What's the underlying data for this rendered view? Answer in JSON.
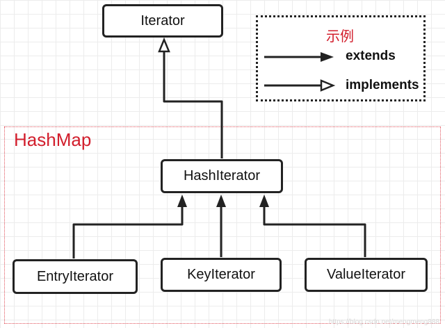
{
  "nodes": {
    "iterator": "Iterator",
    "hash_iterator": "HashIterator",
    "entry_iterator": "EntryIterator",
    "key_iterator": "KeyIterator",
    "value_iterator": "ValueIterator"
  },
  "region": {
    "title": "HashMap",
    "border_color": "#e0505a",
    "title_color": "#d21e2c"
  },
  "legend": {
    "title": "示例",
    "extends_label": "extends",
    "implements_label": "implements"
  },
  "watermark": "https://blog.csdn.net/mengmeng888"
}
